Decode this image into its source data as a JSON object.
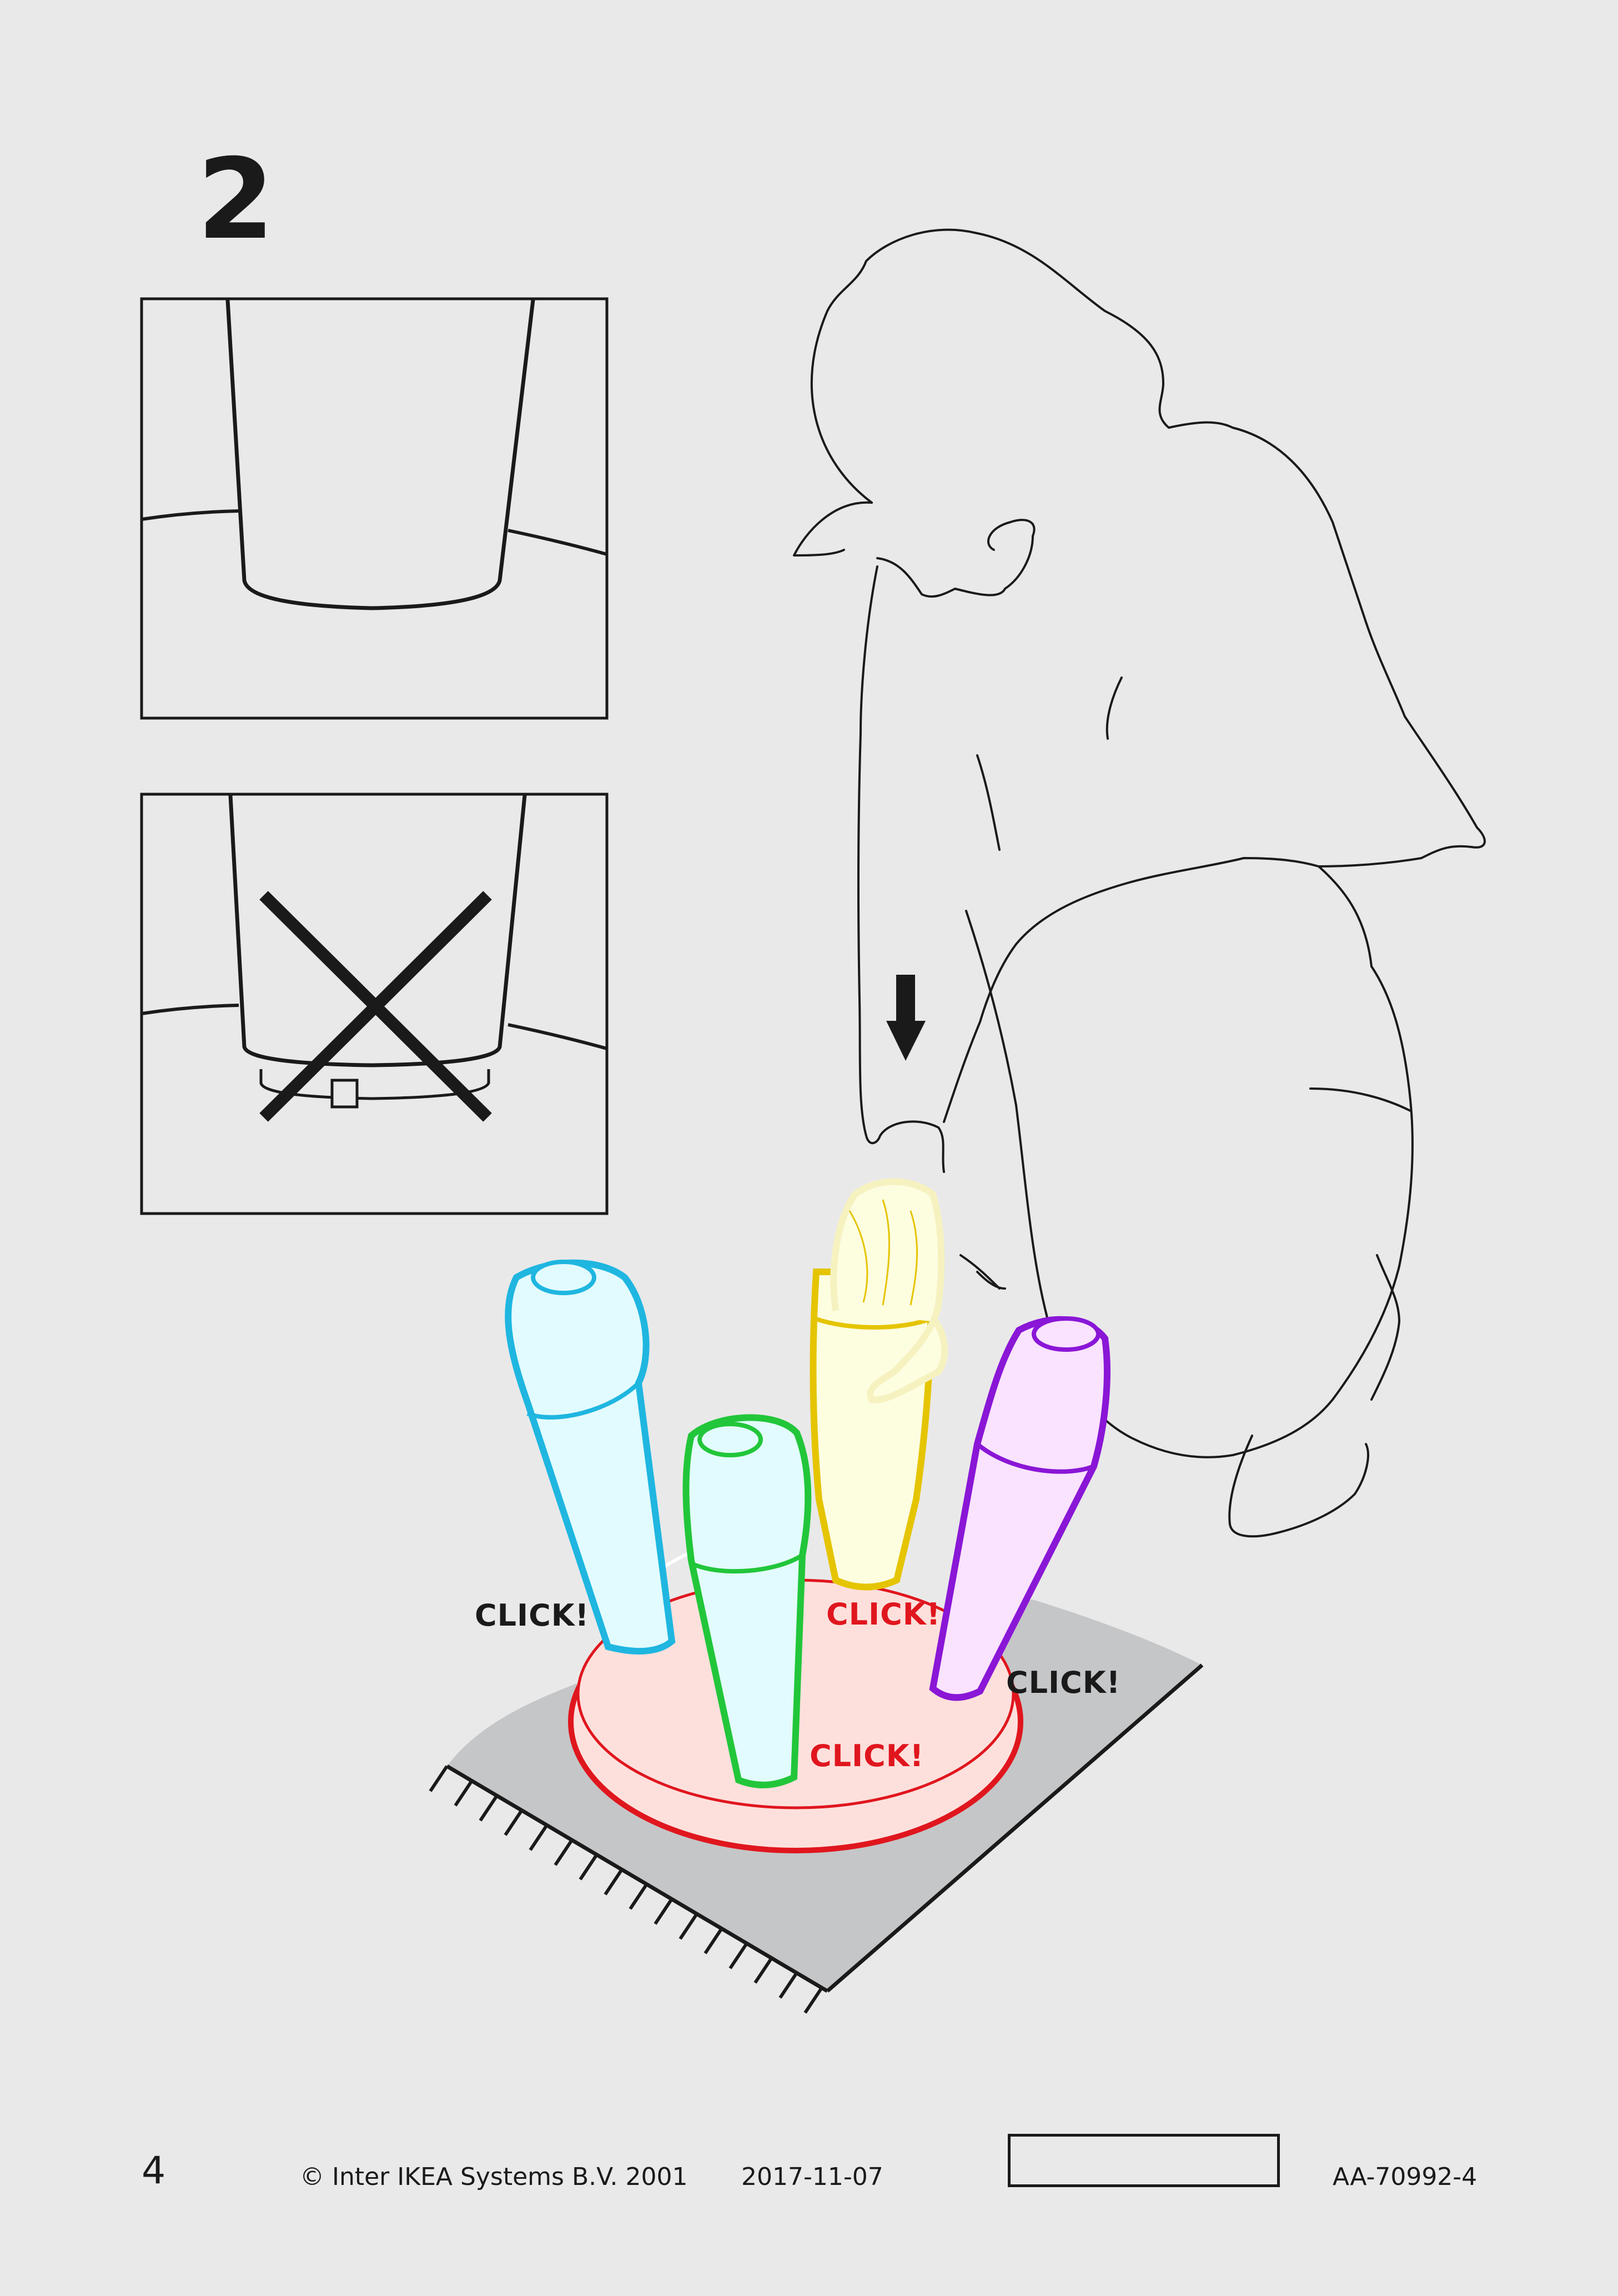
{
  "step": {
    "number": "2"
  },
  "callouts": {
    "click_left": "CLICK!",
    "click_center": "CLICK!",
    "click_right": "CLICK!",
    "click_bottom": "CLICK!"
  },
  "footer": {
    "page_number": "4",
    "copyright": "© Inter IKEA Systems B.V. 2001",
    "date": "2017-11-07",
    "doc_code": "AA-70992-4"
  },
  "colors": {
    "outline": "#1a1a1a",
    "base_ring": "#e0161e",
    "base_fill": "#fde0dc",
    "leg_cyan": "#1fb6e0",
    "leg_green": "#22c63a",
    "leg_yellow": "#e5c400",
    "leg_purple": "#8a16d6",
    "rug": "#c5c6c8"
  },
  "icons": {
    "down_arrow": "arrow-down-icon",
    "wrong": "cross-mark-icon"
  }
}
